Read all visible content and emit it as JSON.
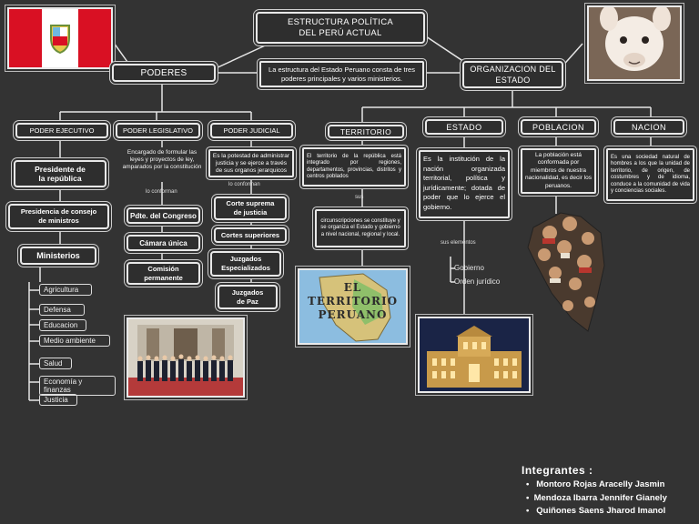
{
  "title": "ESTRUCTURA POLÍTICA\nDEL PERÚ ACTUAL",
  "intro": "La estructura del Estado Peruano consta de tres poderes principales y varios ministerios.",
  "poderes": "PODERES",
  "organizacion": "ORGANIZACION DEL\nESTADO",
  "ejecutivo": {
    "label": "PODER EJECUTIVO",
    "presidente": "Presidente de\nla república",
    "consejo": "Presidencia de consejo\nde ministros",
    "ministerios": "Ministerios",
    "ministerios_list": [
      "Agricultura",
      "Defensa",
      "Educacion",
      "Medio ambiente",
      "Salud",
      "Economía y finanzas",
      "Justicia"
    ]
  },
  "legislativo": {
    "label": "PODER LEGISLATIVO",
    "desc": "Encargado de formular las leyes y proyectos de ley, amparados por la constitución",
    "conforman": "lo conforman",
    "items": [
      "Pdte. del Congreso",
      "Cámara única",
      "Comisión\npermanente"
    ]
  },
  "judicial": {
    "label": "PODER JUDICIAL",
    "desc": "Es la potestad de administrar justicia y se ejerce a través de sus organos jerarquicos",
    "conforman": "lo conforman",
    "items": [
      "Corte suprema\nde justicia",
      "Cortes superiores",
      "Juzgados\nEspecializados",
      "Juzgados\nde Paz"
    ]
  },
  "territorio": {
    "label": "TERRITORIO",
    "desc": "El territorio de la república está integrado por regiones, departamentos, provincias, distritos y centros poblados",
    "sus": "sus",
    "desc2": "circunscripciones se constituye y se organiza el Estado y gobierno a nivel nacional, regional y local.",
    "map_title": "EL\nTERRITORIO\nPERUANO"
  },
  "estado": {
    "label": "ESTADO",
    "desc": "Es la institución de la nación organizada territorial, política y jurídicamente; dotada de poder que lo ejerce el gobierno.",
    "sus_elementos": "sus elementos",
    "elementos": [
      "Gobierno",
      "Orden jurídico"
    ]
  },
  "poblacion": {
    "label": "POBLACION",
    "desc": "La población está conformada por miembros de nuestra nacionalidad, es decir los peruanos."
  },
  "nacion": {
    "label": "NACION",
    "desc": "Es una sociedad natural de hombres a los que la unidad de territorio, de origen, de costumbres y de idioma, conduce a la comunidad de vida y conciencias sociales."
  },
  "integrantes": {
    "label": "Integrantes :",
    "names": [
      "Montoro Rojas Aracelly Jasmin",
      "Mendoza Ibarra Jennifer Gianely",
      "Quiñones Saens Jharod Imanol"
    ]
  },
  "colors": {
    "background": "#333333",
    "border": "#e8e8e8",
    "flag_red": "#d91023"
  }
}
